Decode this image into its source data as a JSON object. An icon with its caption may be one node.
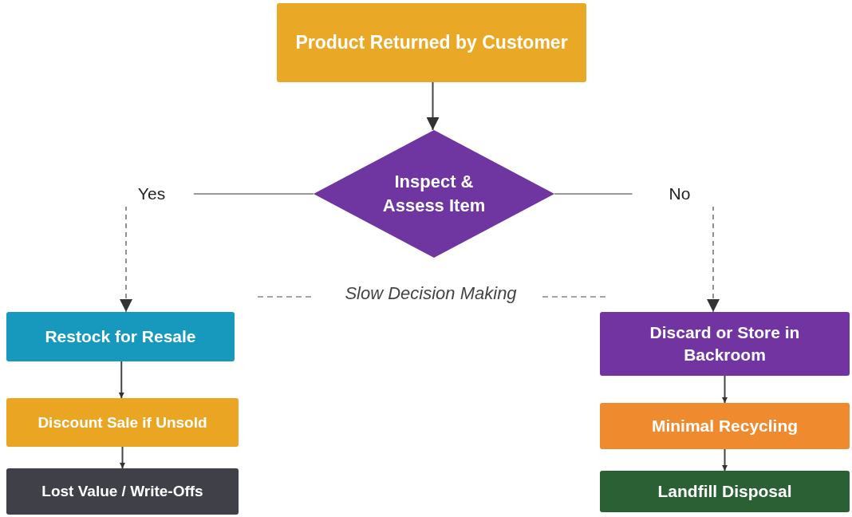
{
  "diagram": {
    "nodes": [
      {
        "text": [
          "Product Returned by Customer"
        ]
      },
      {
        "text": [
          "Inspect & Assess Item"
        ]
      },
      {
        "text": [
          "Restock for Resale"
        ]
      },
      {
        "text": [
          "Discount Sale if Unsold"
        ]
      },
      {
        "text": [
          "Lost Value / Write-Offs"
        ]
      },
      {
        "text": [
          "Discard or Store in Backroom"
        ]
      },
      {
        "text": [
          "Minimal Recycling"
        ]
      },
      {
        "text": [
          "Landfill Disposal"
        ]
      }
    ],
    "edges": [
      {
        "from": 0,
        "to": 1,
        "arrow": "to"
      },
      {
        "from": 1,
        "to": 2,
        "arrow": "to",
        "label": "Yes",
        "style": "dashed"
      },
      {
        "from": 2,
        "to": 3,
        "arrow": "to"
      },
      {
        "from": 3,
        "to": 4,
        "arrow": "to"
      },
      {
        "from": 1,
        "to": 5,
        "arrow": "to",
        "label": "No",
        "style": "dashed"
      },
      {
        "from": 5,
        "to": 6,
        "arrow": "to"
      },
      {
        "from": 6,
        "to": 7,
        "arrow": "to"
      }
    ],
    "labels": [
      "Slow Decision Making"
    ]
  }
}
